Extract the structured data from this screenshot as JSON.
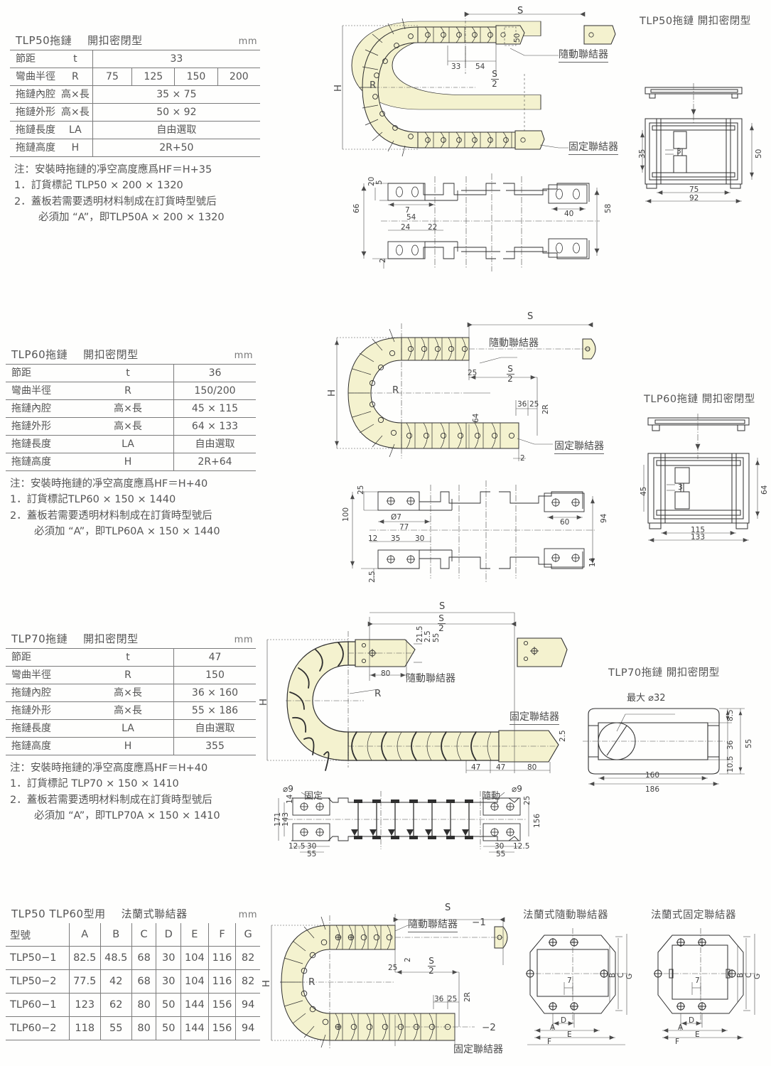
{
  "sections": [
    {
      "id": "tlp50",
      "table": {
        "model": "TLP50拖鏈",
        "type": "開扣密閉型",
        "unit": "mm",
        "rows": [
          {
            "label": "節距",
            "sym": "t",
            "value": "33"
          },
          {
            "label": "彎曲半徑",
            "sym": "R",
            "values": [
              "75",
              "125",
              "150",
              "200"
            ]
          },
          {
            "label": "拖鏈內腔",
            "sym": "高×長",
            "value": "35 × 75"
          },
          {
            "label": "拖鏈外形",
            "sym": "高×長",
            "value": "50 × 92"
          },
          {
            "label": "拖鏈長度",
            "sym": "LA",
            "value": "自由選取"
          },
          {
            "label": "拖鏈高度",
            "sym": "H",
            "value": "2R+50"
          }
        ],
        "notes": [
          "注：安裝時拖鏈的凈空高度應爲HF＝H+35",
          "1．訂貨標記  TLP50 × 200 × 1320",
          "2．蓋板若需要透明材料制成在訂貨時型號后",
          "必須加 “A”，即TLP50A × 200 × 1320"
        ]
      },
      "drawing": {
        "caption": "TLP50拖鏈  開扣密閉型",
        "labels": {
          "moving_connector": "隨動聯結器",
          "fixed_connector": "固定聯結器",
          "radius": "R",
          "height": "H",
          "stroke": "S",
          "half_stroke_num": "S",
          "half_stroke_den": "2"
        },
        "dims": [
          "33",
          "54",
          "50",
          "5",
          "20",
          "7",
          "54",
          "24",
          "22",
          "66",
          "2",
          "40",
          "58"
        ],
        "section_dims": [
          "35",
          "3",
          "75",
          "92",
          "50"
        ]
      }
    },
    {
      "id": "tlp60",
      "table": {
        "model": "TLP60拖鏈",
        "type": "開扣密閉型",
        "unit": "mm",
        "rows": [
          {
            "label": "節距",
            "sym": "t",
            "value": "36"
          },
          {
            "label": "彎曲半徑",
            "sym": "R",
            "value": "150/200"
          },
          {
            "label": "拖鏈內腔",
            "sym": "高×長",
            "value": "45 × 115"
          },
          {
            "label": "拖鏈外形",
            "sym": "高×長",
            "value": "64 × 133"
          },
          {
            "label": "拖鏈長度",
            "sym": "LA",
            "value": "自由選取"
          },
          {
            "label": "拖鏈高度",
            "sym": "H",
            "value": "2R+64"
          }
        ],
        "notes": [
          "注：安裝時拖鏈的凈空高度應爲HF＝H+40",
          "1．訂貨標記TLP60 × 150 × 1440",
          "2．蓋板若需要透明材料制成在訂貨時型號后",
          "必須加 “A”，即TLP60A × 150 × 1440"
        ]
      },
      "drawing": {
        "caption": "TLP60拖鏈  開扣密閉型",
        "labels": {
          "moving_connector": "隨動聯結器",
          "fixed_connector": "固定聯結器",
          "radius": "R",
          "height": "H",
          "stroke": "S",
          "half_stroke_num": "S",
          "half_stroke_den": "2",
          "two_r": "2R"
        },
        "dims": [
          "25",
          "36",
          "25",
          "64",
          "2",
          "100",
          "77",
          "Ø7",
          "12",
          "35",
          "30",
          "2.5",
          "60",
          "94",
          "14"
        ],
        "section_dims": [
          "45",
          "3",
          "115",
          "133",
          "64"
        ]
      }
    },
    {
      "id": "tlp70",
      "table": {
        "model": "TLP70拖鏈",
        "type": "開扣密閉型",
        "unit": "mm",
        "rows": [
          {
            "label": "節距",
            "sym": "t",
            "value": "47"
          },
          {
            "label": "彎曲半徑",
            "sym": "R",
            "value": "150"
          },
          {
            "label": "拖鏈內腔",
            "sym": "高×長",
            "value": "36 × 160"
          },
          {
            "label": "拖鏈外形",
            "sym": "高×長",
            "value": "55 × 186"
          },
          {
            "label": "拖鏈長度",
            "sym": "LA",
            "value": "自由選取"
          },
          {
            "label": "拖鏈高度",
            "sym": "H",
            "value": "355"
          }
        ],
        "notes": [
          "注：安裝時拖鏈的凈空高度應爲HF＝H+40",
          "1．訂貨標記  TLP70 × 150 × 1410",
          "2．蓋板若需要透明材料制成在訂貨時型號后",
          "必須加 “A”，即TLP70A × 150 × 1410"
        ]
      },
      "drawing": {
        "caption": "TLP70拖鏈  開扣密閉型",
        "labels": {
          "moving_connector": "隨動聯結器",
          "fixed_connector": "固定聯結器",
          "radius": "R",
          "height": "H",
          "stroke": "S",
          "half_stroke_num": "S",
          "half_stroke_den": "2",
          "max_dia": "最大 ⌀32",
          "fixed_short": "固定",
          "moving_short": "隨動",
          "hole": "⌀9"
        },
        "dims": [
          "80",
          "21.5",
          "2.5",
          "55",
          "47",
          "47",
          "80",
          "2.5"
        ],
        "section_dims": [
          "8.5",
          "36",
          "55",
          "10.5",
          "160",
          "186"
        ],
        "plan_dims": [
          "14",
          "171",
          "143",
          "12.5",
          "30",
          "55",
          "25",
          "156",
          "14"
        ]
      }
    },
    {
      "id": "flange",
      "table": {
        "title_a": "TLP50  TLP60型用",
        "title_b": "法蘭式聯結器",
        "unit": "mm",
        "headers": [
          "型號",
          "A",
          "B",
          "C",
          "D",
          "E",
          "F",
          "G"
        ],
        "rows": [
          [
            "TLP50−1",
            "82.5",
            "48.5",
            "68",
            "30",
            "104",
            "116",
            "82"
          ],
          [
            "TLP50−2",
            "77.5",
            "42",
            "68",
            "30",
            "104",
            "116",
            "82"
          ],
          [
            "TLP60−1",
            "123",
            "62",
            "80",
            "50",
            "144",
            "156",
            "94"
          ],
          [
            "TLP60−2",
            "118",
            "55",
            "80",
            "50",
            "144",
            "156",
            "94"
          ]
        ]
      },
      "drawing": {
        "caption_moving": "法蘭式隨動聯結器",
        "caption_fixed": "法蘭式固定聯結器",
        "labels": {
          "moving_connector": "隨動聯結器",
          "fixed_connector": "固定聯結器",
          "moving_mark": "−1",
          "fixed_mark": "−2",
          "radius": "R",
          "height": "H",
          "stroke": "S",
          "half_stroke_num": "S",
          "half_stroke_den": "2",
          "two_r": "2R"
        },
        "dims": [
          "25",
          "2",
          "36",
          "25"
        ],
        "flange_dims": [
          "A",
          "B",
          "C",
          "D",
          "E",
          "F",
          "G",
          "7"
        ]
      }
    }
  ],
  "colors": {
    "link_fill": "#f4f2cf",
    "line": "#2f2f2f",
    "text": "#4a4a4a",
    "thin": "#5a5a5a"
  }
}
